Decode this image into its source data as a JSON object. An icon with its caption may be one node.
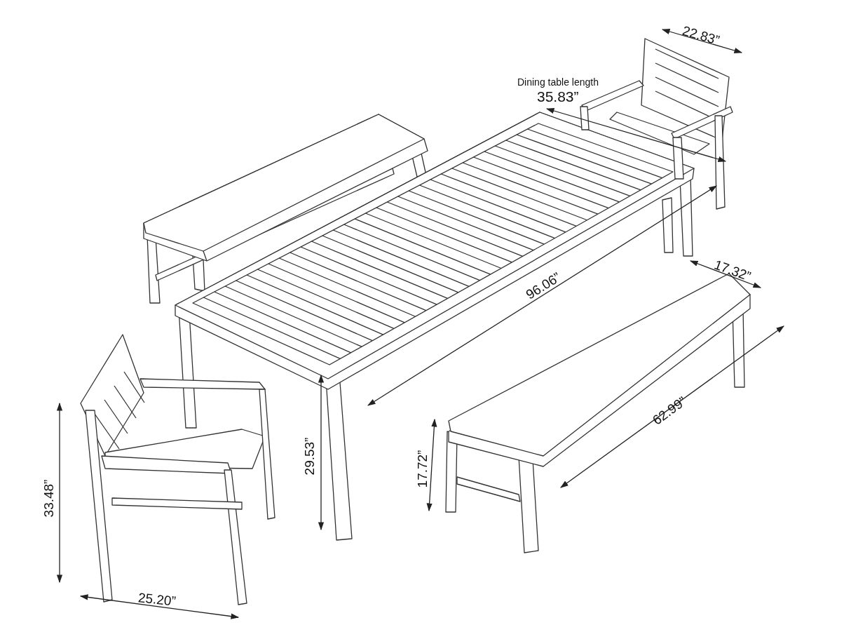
{
  "diagram": {
    "labels": [
      "22.83”",
      "Dining table length",
      "35.83”",
      "17.32”",
      "96.06”",
      "62.99”",
      "29.53”",
      "17.72”",
      "33.48”",
      "25.20”"
    ]
  }
}
